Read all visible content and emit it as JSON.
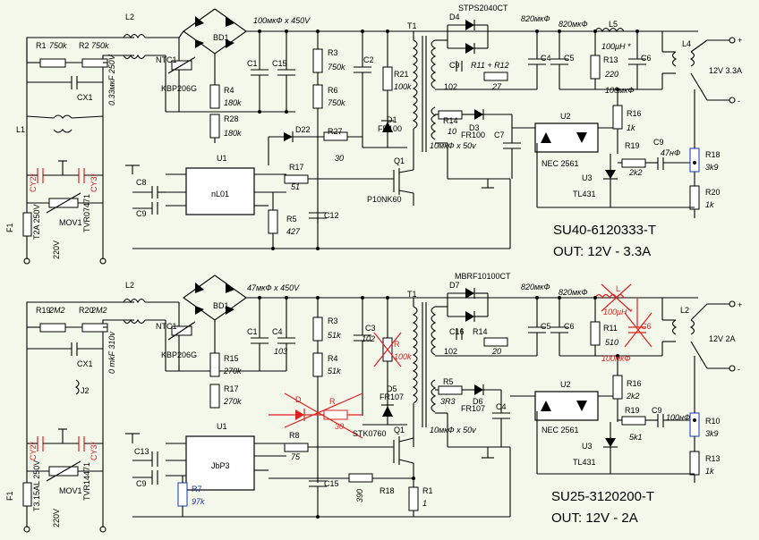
{
  "top": {
    "model": "SU40-6120333-T",
    "output": "OUT: 12V - 3.3A",
    "labels": {
      "L2": "L2",
      "BD1": "BD1",
      "cap_bulk": "100мкФ x 450V",
      "T1": "T1",
      "D4": "D4",
      "D4_part": "STPS2040CT",
      "C_out1": "820мкФ",
      "C_out2": "820мкФ",
      "L5": "L5",
      "L5_val": "100μH *",
      "L4": "L4",
      "v_out": "12V  3.3A",
      "R1": "R1",
      "R1_val": "750k",
      "R2": "R2",
      "R2_val": "750k",
      "CX1": "CX1",
      "cx_val": "0.33мкF 250V",
      "L1": "L1",
      "CY2": "CY2*",
      "CY3": "CY3*",
      "F1": "F1",
      "F1_val": "T2A 250V",
      "MOV": "MOV1",
      "TVR": "TVR07471",
      "ac": "220V",
      "NTC": "NTC1",
      "KBP": "KBP206G",
      "C1": "C1",
      "C15": "C15",
      "R3": "R3",
      "R3_val": "750k",
      "R6": "R6",
      "R6_val": "750k",
      "R4": "R4",
      "R4_val": "180k",
      "R28": "R28",
      "R28_val": "180k",
      "C2": "C2",
      "R21": "R21",
      "R21_val": "100k",
      "D1": "D1",
      "D1_part": "FR100",
      "D22": "D22",
      "R27": "R27",
      "R27_val": "30",
      "U1": "U1",
      "U1_chip": "nL01",
      "R17": "R17",
      "R17_val": "51",
      "C8": "C8",
      "C9": "C9",
      "R5": "R5",
      "R5_val": "427",
      "C12": "C12",
      "Q1": "Q1",
      "Q1_part": "P10NK60",
      "C9b": "C9",
      "C9b_val": "102",
      "R11": "R11 + R12",
      "R11_val": "27",
      "C4": "C4",
      "C5": "C5",
      "R13": "R13",
      "R13_val": "220",
      "C6": "C6",
      "C6_val": "100мкФ",
      "R14": "R14",
      "R14_val": "10",
      "D3": "D3",
      "D3_part": "FR100",
      "C7": "C7",
      "C7_val": "10мкФ x 50v",
      "U2": "U2",
      "NEC": "NEC 2561",
      "R16": "R16",
      "R16_val": "1k",
      "R19": "R19",
      "R19_val": "2k2",
      "C9c": "C9",
      "C9c_val": "47нФ",
      "R18": "R18",
      "R18_val": "3k9",
      "R20": "R20",
      "R20_val": "1k",
      "U3": "U3",
      "TL431": "TL431",
      "plus": "+",
      "minus": "-"
    }
  },
  "bottom": {
    "model": "SU25-3120200-T",
    "output": "OUT: 12V - 2A",
    "labels": {
      "L2": "L2",
      "BD1": "BD1",
      "cap_bulk": "47мкФ x 450V",
      "T1": "T1",
      "D7": "D7",
      "D7_part": "MBRF10100CT",
      "C_out1": "820мкФ",
      "C_out2": "820мкФ",
      "L": "L",
      "L_val": "100μH *",
      "L2b": "L2",
      "v_out": "12V    2A",
      "R19": "R19",
      "R19_val": "2M2",
      "R20": "R20",
      "R20_val": "2M2",
      "CX1": "CX1",
      "cx_val": "0 mkF 310v",
      "J2": "J2",
      "CY2": "CY2*",
      "CY3": "CY3*",
      "F1": "F1",
      "F1_val": "T3.15AL 250V",
      "MOV": "MOV1",
      "TVR": "TVR14471",
      "ac": "220V",
      "NTC": "NTC1",
      "KBP": "KBP206G",
      "C1": "C1",
      "C4": "C4",
      "C4_val": "103",
      "R3": "R3",
      "R3_val": "51k",
      "R4": "R4",
      "R4_val": "51k",
      "R15": "R15",
      "R15_val": "270k",
      "R17": "R17",
      "R17_val": "270k",
      "C3": "C3",
      "C3_val": "102",
      "R_red": "R",
      "R_red_val": "100k",
      "D5": "D5",
      "D5_part": "FR107",
      "D_red": "D",
      "R_red2": "R",
      "R_red2_val": "30",
      "U1": "U1",
      "U1_chip": "JbP3",
      "R8": "R8",
      "R8_val": "75",
      "C13": "C13",
      "C9": "C9",
      "R7": "R7",
      "R7_val": "97k",
      "C15": "C15",
      "R18": "R18",
      "R18_val": "390",
      "R1": "R1",
      "R1_val": "1",
      "Q1": "Q1",
      "Q1_part": "STK0760",
      "C16": "C16",
      "C16_val": "102",
      "R14": "R14",
      "R14_val": "20",
      "C5": "C5",
      "C6": "C6",
      "R11": "R11",
      "R11_val": "510",
      "C6r": "C6",
      "C6r_val": "100мкФ",
      "R5": "R5",
      "R5_val": "3R3",
      "D6": "D6",
      "D6_part": "FR107",
      "C4b": "C4",
      "C4b_val": "10мкФ x 50v",
      "U2": "U2",
      "NEC": "NEC 2561",
      "R16": "R16",
      "R16_val": "2k2",
      "R19b": "R19",
      "R19b_val": "5k1",
      "C9b": "C9",
      "C9b_val": "100нФ",
      "R10": "R10",
      "R10_val": "3k9",
      "R13": "R13",
      "R13_val": "1k",
      "U3": "U3",
      "TL431": "TL431",
      "plus": "+",
      "minus": "-"
    }
  },
  "colors": {
    "background": "#f4f8ea",
    "wire": "#000000",
    "modified": "#e02020",
    "added": "#1a32b0"
  }
}
